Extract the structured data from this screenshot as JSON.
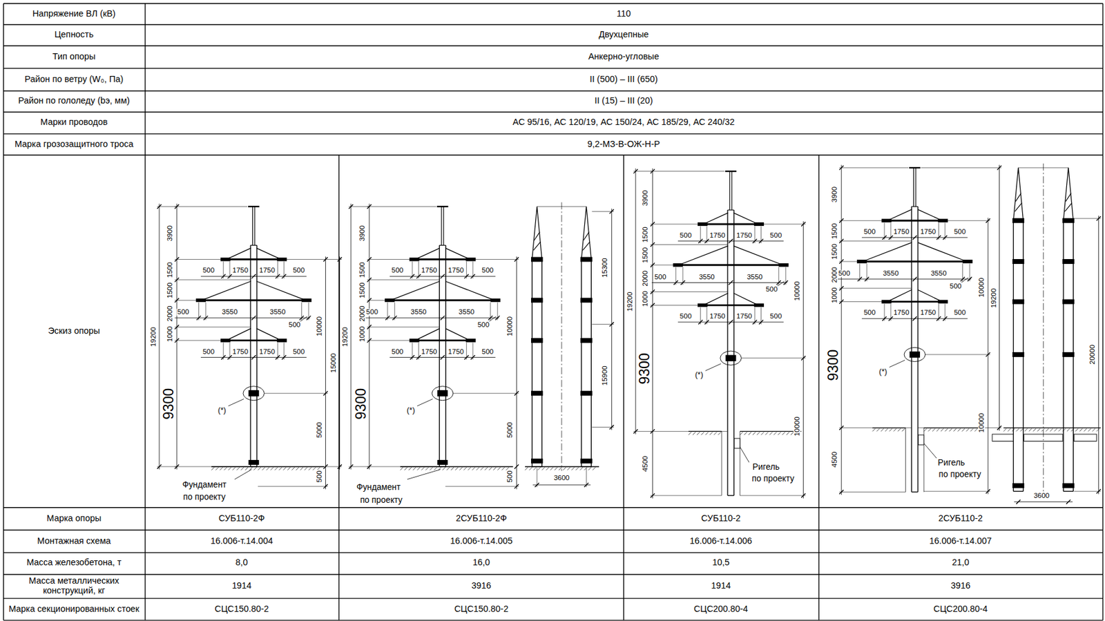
{
  "diagram": {
    "labels": [
      "Напряжение ВЛ (кВ)",
      "110",
      "Цепность",
      "Двухцепные",
      "Тип опоры",
      "Анкерно-угловые",
      "Район по ветру (W₀, Па)",
      "II (500) – III (650)",
      "Район по гололеду (bэ, мм)",
      "II (15) – III (20)",
      "Марки проводов",
      "АС 95/16, АС 120/19, АС 150/24, АС 185/29, АС 240/32",
      "Марка грозозащитного троса",
      "9,2-МЗ-В-ОЖ-Н-Р",
      "Эскиз опоры",
      "19200",
      "3900",
      "1500",
      "1500",
      "2000",
      "1000",
      "500",
      "1750",
      "1750",
      "500",
      "500",
      "3550",
      "3550",
      "500",
      "500",
      "1750",
      "1750",
      "500",
      "9300",
      "(*)",
      "10000",
      "15000",
      "5000",
      "500",
      "Фундамент",
      "по проекту",
      "19200",
      "3900",
      "1500",
      "1500",
      "2000",
      "1000",
      "500",
      "1750",
      "1750",
      "500",
      "500",
      "3550",
      "3550",
      "500",
      "500",
      "1750",
      "1750",
      "500",
      "9300",
      "(*)",
      "10000",
      "5000",
      "500",
      "15300",
      "15900",
      "3600",
      "Фундамент",
      "по проекту",
      "19200",
      "3900",
      "1500",
      "1500",
      "2000",
      "1000",
      "500",
      "1750",
      "1750",
      "500",
      "500",
      "3550",
      "3550",
      "500",
      "500",
      "1750",
      "1750",
      "500",
      "9300",
      "(*)",
      "10000",
      "10000",
      "4500",
      "Ригель",
      "по проекту",
      "19200",
      "3900",
      "1500",
      "1500",
      "2000",
      "1000",
      "500",
      "1750",
      "1750",
      "500",
      "500",
      "3550",
      "3550",
      "500",
      "500",
      "1750",
      "1750",
      "500",
      "9300",
      "(*)",
      "10000",
      "10000",
      "20000",
      "4500",
      "Ригель",
      "по проекту",
      "3600",
      "Марка опоры",
      "СУБ110-2Ф",
      "2СУБ110-2Ф",
      "СУБ110-2",
      "2СУБ110-2",
      "Монтажная схема",
      "16.006-т.14.004",
      "16.006-т.14.005",
      "16.006-т.14.006",
      "16.006-т.14.007",
      "Масса железобетона, т",
      "8,0",
      "16,0",
      "10,5",
      "21,0",
      "Масса металлических конструкций, кг",
      "1914",
      "3916",
      "1914",
      "3916",
      "Марка секционированных стоек",
      "СЦС150.80-2",
      "СЦС150.80-2",
      "СЦС200.80-4",
      "СЦС200.80-4"
    ]
  }
}
